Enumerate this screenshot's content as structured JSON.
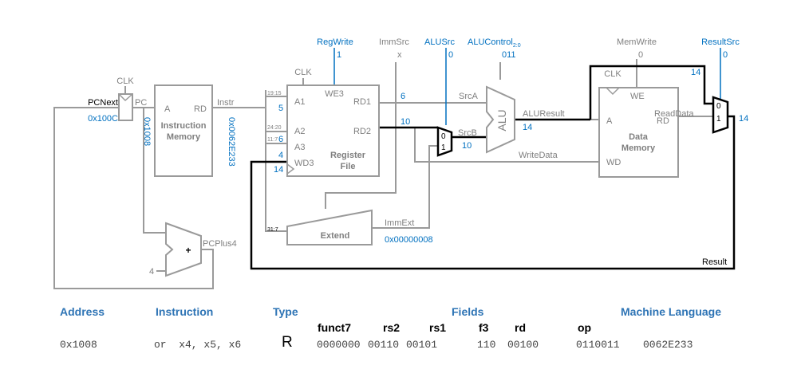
{
  "signals": {
    "reg_write": "RegWrite",
    "imm_src": "ImmSrc",
    "alu_src": "ALUSrc",
    "alu_control": "ALUControl",
    "alu_control_sub": "2:0",
    "mem_write": "MemWrite",
    "result_src": "ResultSrc",
    "clk": "CLK"
  },
  "signal_values": {
    "reg_write": "1",
    "imm_src": "x",
    "alu_src": "0",
    "alu_control": "011",
    "mem_write": "0",
    "result_src": "0"
  },
  "labels": {
    "pc_next": "PCNext",
    "pc": "PC",
    "a": "A",
    "rd": "RD",
    "instr": "Instr",
    "instruction_memory_1": "Instruction",
    "instruction_memory_2": "Memory",
    "we3": "WE3",
    "a1": "A1",
    "a2": "A2",
    "a3": "A3",
    "wd3": "WD3",
    "rd1": "RD1",
    "rd2": "RD2",
    "register_file_1": "Register",
    "register_file_2": "File",
    "bits_19_15": "19:15",
    "bits_24_20": "24:20",
    "bits_11_7": "11:7",
    "bits_31_7": "31:7",
    "src_a": "SrcA",
    "src_b": "SrcB",
    "alu": "ALU",
    "alu_result": "ALUResult",
    "write_data": "WriteData",
    "we": "WE",
    "wd": "WD",
    "data_memory_1": "Data",
    "data_memory_2": "Memory",
    "read_data": "ReadData",
    "imm_ext": "ImmExt",
    "extend": "Extend",
    "pc_plus4": "PCPlus4",
    "four": "4",
    "plus": "+",
    "result": "Result",
    "mux_0": "0",
    "mux_1": "1"
  },
  "values": {
    "pc_next": "0x100C",
    "pc": "0x1008",
    "instr": "0x0062E233",
    "a1": "5",
    "a2": "6",
    "a3": "4",
    "wd3": "14",
    "rd1": "6",
    "rd2": "10",
    "src_b": "10",
    "alu_result": "14",
    "result_mux_in": "14",
    "result": "14",
    "imm_ext": "0x00000008"
  },
  "table": {
    "headers": {
      "address": "Address",
      "instruction": "Instruction",
      "type": "Type",
      "fields": "Fields",
      "machine_language": "Machine Language"
    },
    "field_names": {
      "funct7": "funct7",
      "rs2": "rs2",
      "rs1": "rs1",
      "f3": "f3",
      "rd": "rd",
      "op": "op"
    },
    "row": {
      "address": "0x1008",
      "instruction": "or  x4, x5, x6",
      "type": "R",
      "funct7": "0000000",
      "rs2": "00110",
      "rs1": "00101",
      "f3": "110",
      "rd": "00100",
      "op": "0110011",
      "machine": "0062E233"
    }
  }
}
